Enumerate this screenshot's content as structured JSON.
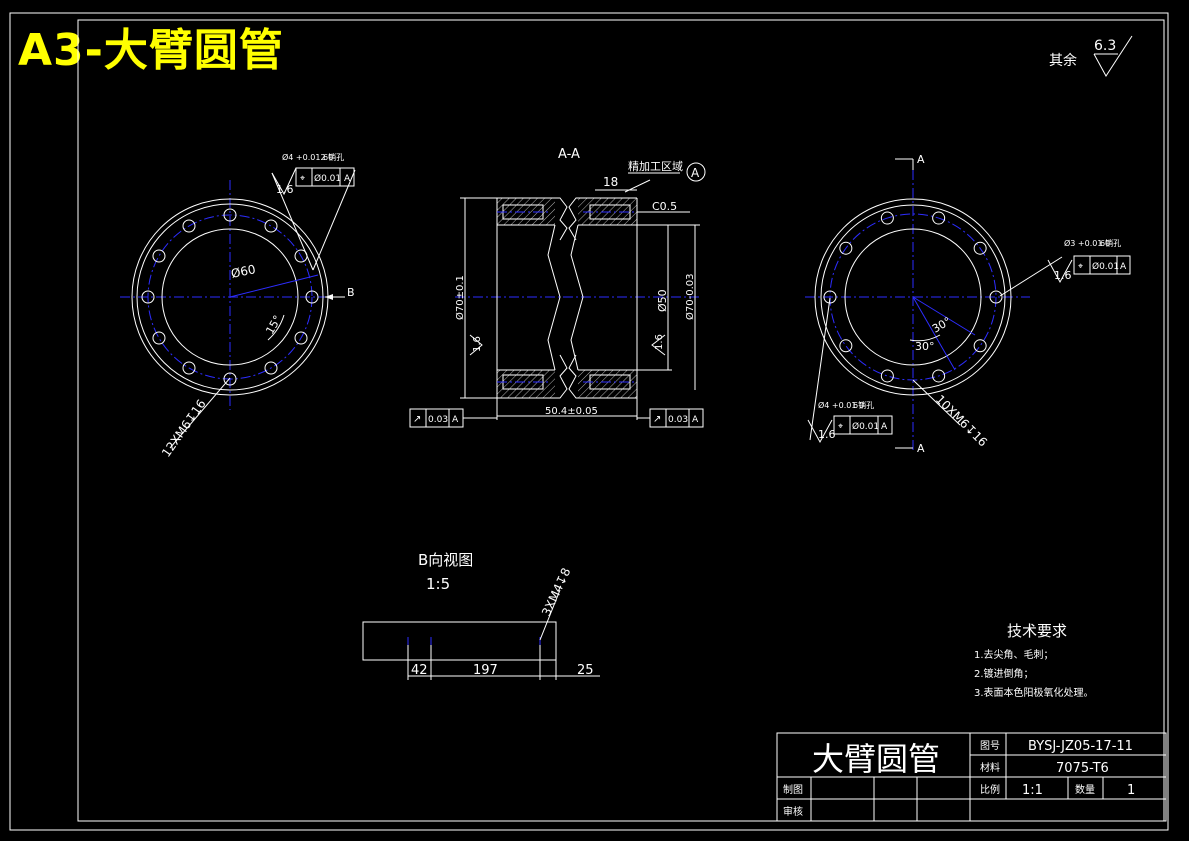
{
  "header": {
    "title": "A3-大臂圆管"
  },
  "roughness_note": {
    "label": "其余",
    "value": "6.3"
  },
  "front_view": {
    "pcd_label": "Ø60",
    "angle_label": "15°",
    "holes_label": "12XM6↧16",
    "tol_box": {
      "callout": "Ø4 +0.012 0",
      "note": "6销孔",
      "roughness": "1.6",
      "symbol": "⌖",
      "value": "Ø0.01",
      "datum": "A"
    },
    "view_arrow": "B"
  },
  "section_view": {
    "title": "A-A",
    "note_label": "精加工区域",
    "datum_label": "A",
    "dim_top": "18",
    "chamfer": "C0.5",
    "dim_outer_left": "Ø70±0.1",
    "dim_inner": "Ø50",
    "dim_outer_right": "Ø70-0.03",
    "dim_length": "50.4±0.05",
    "roughness_left": "1.6",
    "roughness_right": "1.6",
    "runout_left": {
      "symbol": "↗",
      "value": "0.03",
      "datum": "A"
    },
    "runout_right": {
      "symbol": "↗",
      "value": "0.03",
      "datum": "A"
    }
  },
  "right_view": {
    "section_marker": "A",
    "angle_1": "30°",
    "angle_2": "30°",
    "holes_label": "10XM6↧16",
    "tol_box_top": {
      "callout": "Ø3 +0.01 0",
      "note": "6销孔",
      "roughness": "1.6",
      "symbol": "⌖",
      "value": "Ø0.01",
      "datum": "A"
    },
    "tol_box_bottom": {
      "callout": "Ø4 +0.01 0",
      "note": "6销孔",
      "roughness": "1.6",
      "symbol": "⌖",
      "value": "Ø0.01",
      "datum": "A"
    }
  },
  "b_view": {
    "title": "B向视图",
    "scale": "1:5",
    "holes_label": "3XM4↧8",
    "dim_1": "42",
    "dim_2": "197",
    "dim_3": "25"
  },
  "tech_req": {
    "title": "技术要求",
    "items": [
      "1.去尖角、毛刺；",
      "2.镀进倒角；",
      "3.表面本色阳极氧化处理。"
    ]
  },
  "title_block": {
    "part_name": "大臂圆管",
    "drawing_no_label": "图号",
    "drawing_no": "BYSJ-JZ05-17-11",
    "material_label": "材料",
    "material": "7075-T6",
    "scale_label": "比例",
    "scale": "1:1",
    "qty_label": "数量",
    "qty": "1",
    "drawn_label": "制图",
    "checked_label": "审核"
  },
  "colors": {
    "line": "#ffffff",
    "center": "#2d2dff",
    "title": "#ffff00",
    "background": "#000000"
  }
}
